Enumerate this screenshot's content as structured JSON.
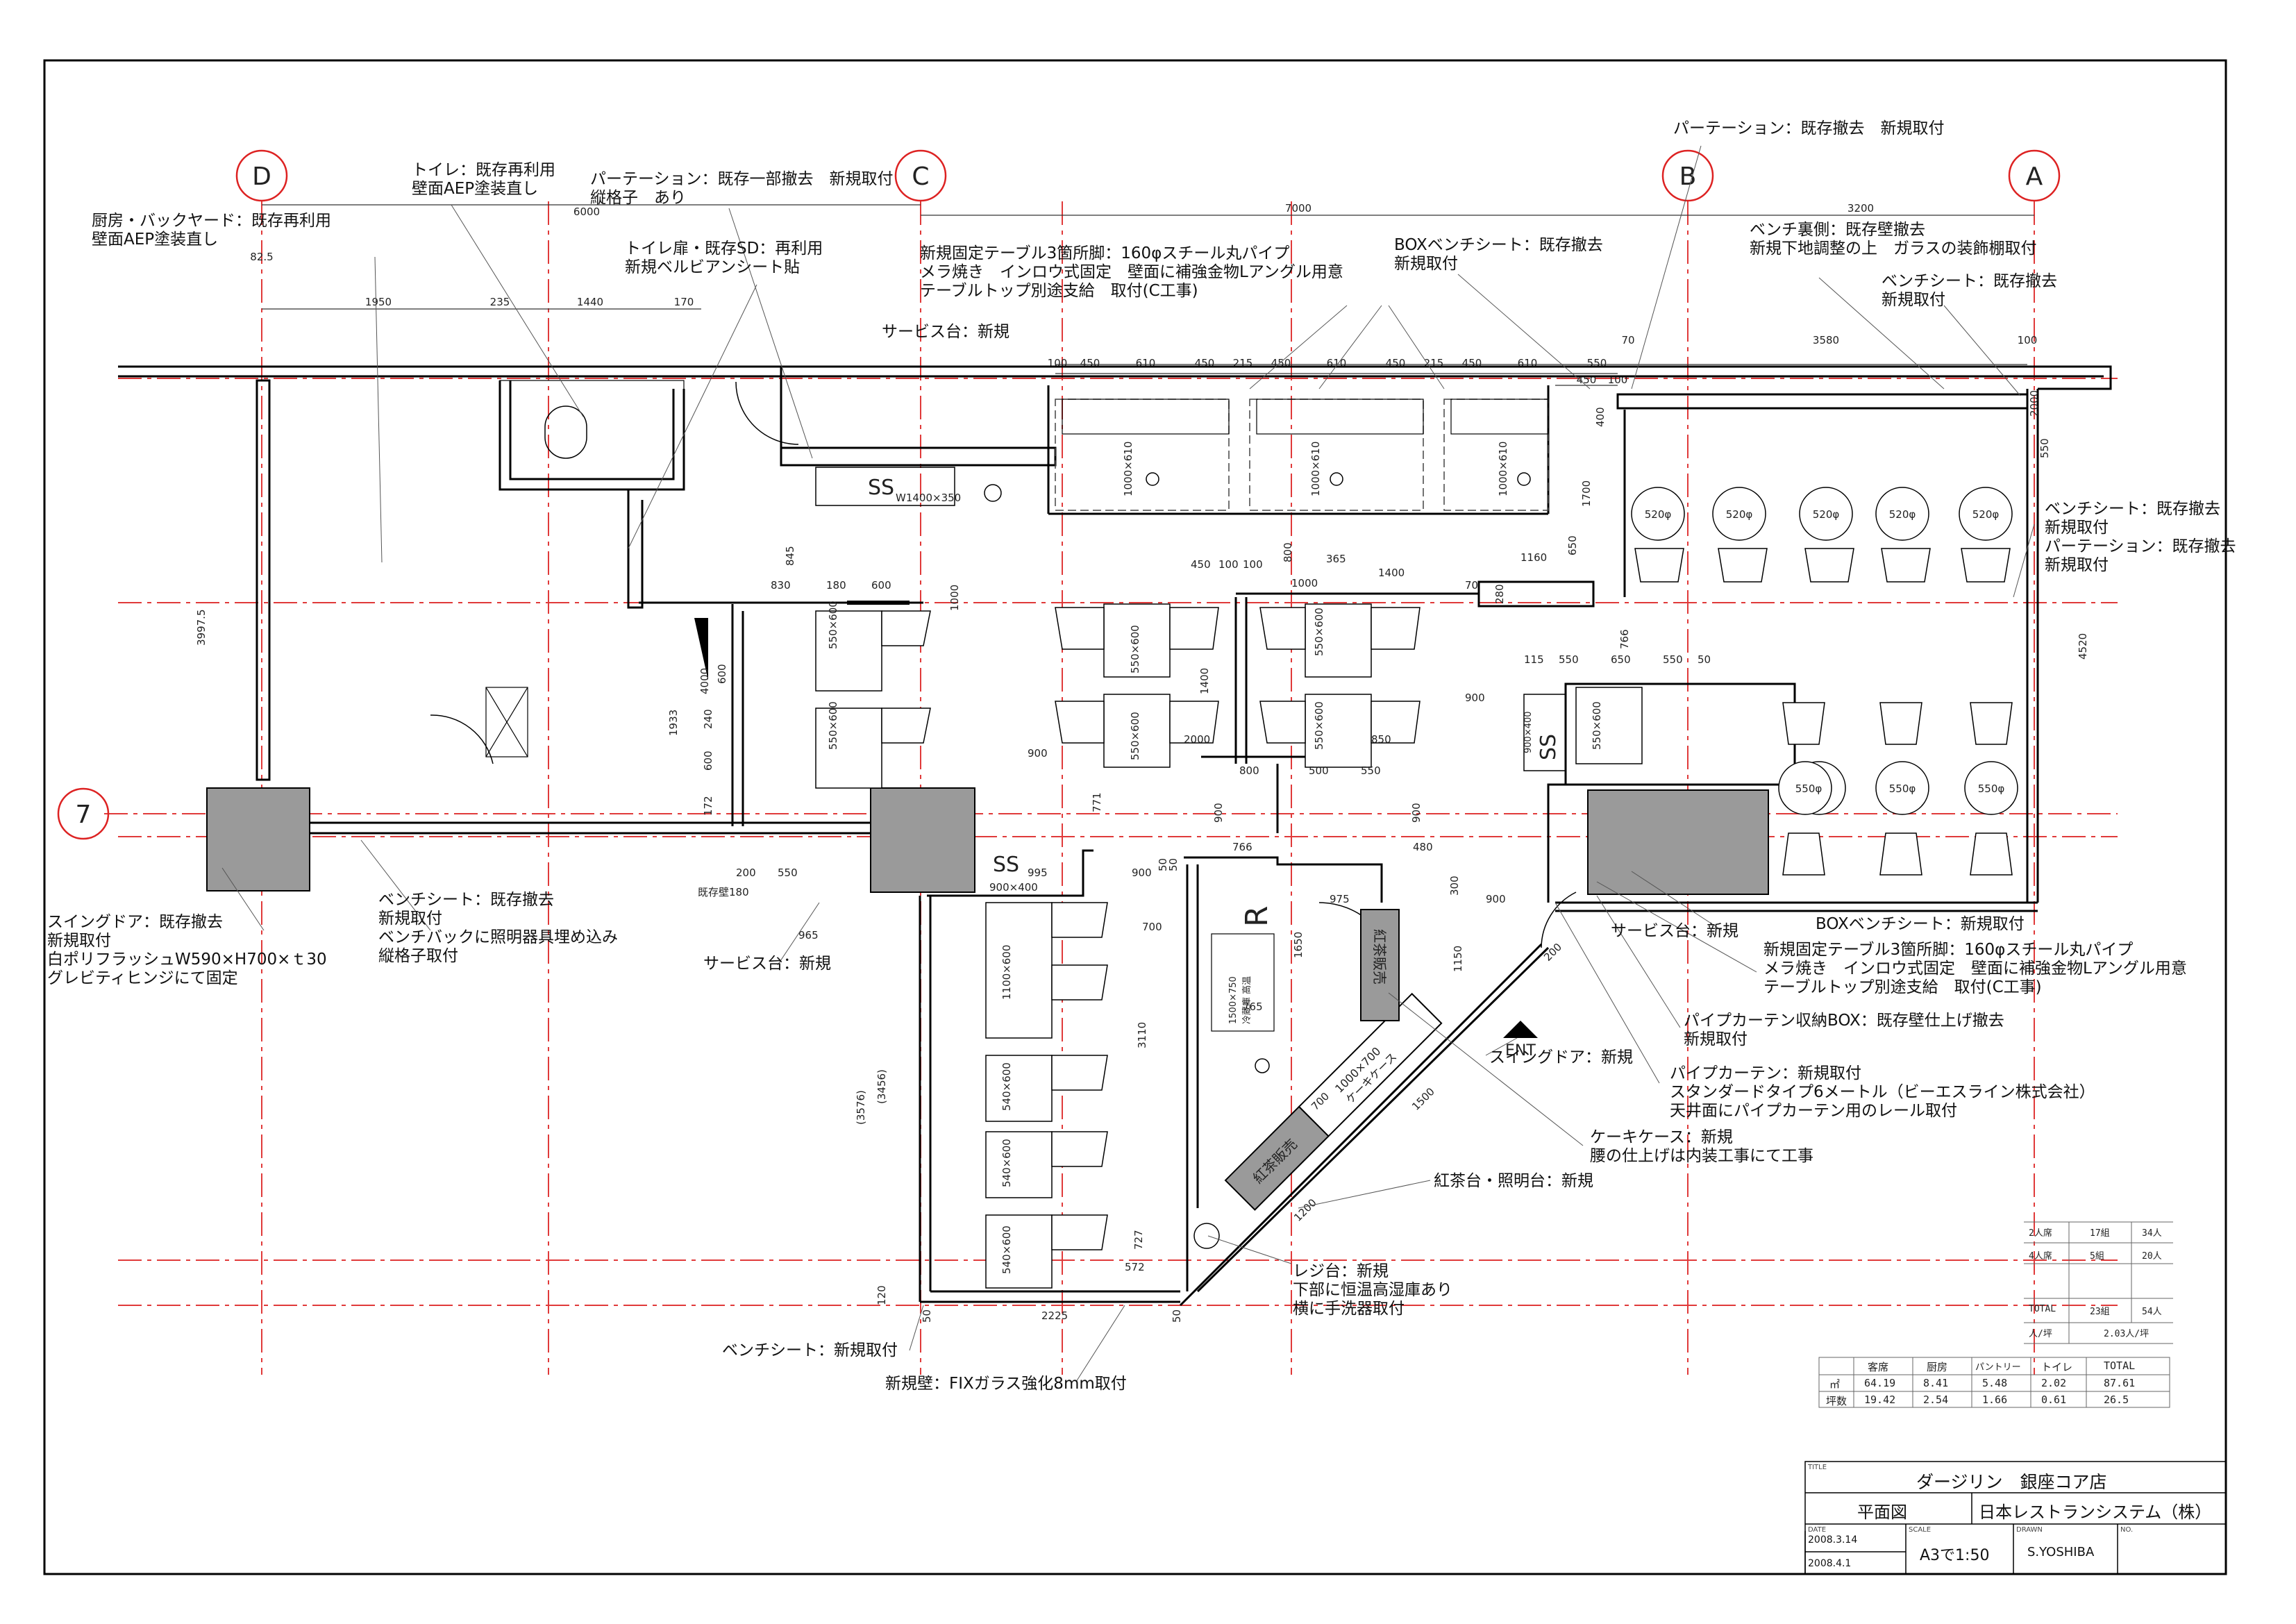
{
  "axes": {
    "d": "D",
    "c": "C",
    "b": "B",
    "a": "A",
    "seven": "7"
  },
  "dims_top": {
    "d1": "82.5",
    "d2": "1950",
    "d3": "235",
    "d4": "1440",
    "d5": "170",
    "span_dc": "6000",
    "span_cb": "7000",
    "span_ba": "3200",
    "s1": "100",
    "s2": "450",
    "s3": "610",
    "s4": "450",
    "s5": "215",
    "s6": "450",
    "s7": "610",
    "s8": "450",
    "s9": "215",
    "s10": "450",
    "s11": "610",
    "s12": "550",
    "s13": "450",
    "s14": "100",
    "s15": "70",
    "s16": "3580",
    "s17": "100"
  },
  "dims_plan": {
    "v3997": "3997.5",
    "v845": "845",
    "v830": "830",
    "v180": "180",
    "v600a": "600",
    "v1933": "1933",
    "v600b": "600",
    "v240": "240",
    "v600c": "600",
    "v172": "172",
    "v200a": "200",
    "v550a": "550",
    "v965": "965",
    "v180b": "既存壁180",
    "v450": "450",
    "v100a": "100",
    "v100b": "100",
    "v800": "800",
    "v365": "365",
    "v1400a": "1400",
    "v1000": "1000",
    "v70": "70",
    "v280": "280",
    "v1160": "1160",
    "v650": "650",
    "v1700": "1700",
    "v400": "400",
    "v1400b": "1400",
    "v2000": "2000",
    "v850": "850",
    "v500": "500",
    "v550b": "550",
    "v800b": "800",
    "v900a": "900",
    "v900b": "900",
    "v771": "771",
    "v900c": "900",
    "v900d": "900",
    "v766a": "766",
    "v480": "480",
    "v975": "975",
    "v300": "300",
    "v900e": "900",
    "v995": "995",
    "v700a": "700",
    "v3110": "3110",
    "v3576": "(3576)",
    "v3456": "(3456)",
    "v1650": "1650",
    "v765": "765",
    "v1150": "1150",
    "v1500": "1500",
    "v700b": "700",
    "v1200": "1200",
    "v727": "727",
    "v572": "572",
    "v120": "120",
    "v50a": "50",
    "v2225": "2225",
    "v50b": "50",
    "v50c": "50",
    "v4520": "4520",
    "v766b": "766",
    "v115": "115",
    "v550c": "550",
    "v650b": "650",
    "v550d": "550",
    "v50d": "50",
    "v200b": "200",
    "v2000b": "2000",
    "v550e": "550",
    "v1000b": "1000",
    "v900f": "900",
    "v50e": "50",
    "v4000": "4000"
  },
  "items": {
    "ss1": "SS",
    "ss1_size": "W1400×350",
    "ss2": "SS",
    "ss2_size": "900×400",
    "ss3": "SS",
    "ss3_size": "900×400",
    "r": "R",
    "t1": "1000×610",
    "t2": "1000×610",
    "t3": "1000×610",
    "t4": "550×600",
    "t5": "550×600",
    "t6": "550×600",
    "t7": "550×600",
    "t8": "550×600",
    "t9": "550×600",
    "t10": "550×600",
    "t11": "1100×600",
    "t12": "540×600",
    "t13": "540×600",
    "t14": "540×600",
    "r1": "520φ",
    "r2": "520φ",
    "r3": "520φ",
    "r4": "520φ",
    "r5": "520φ",
    "r6": "550φ",
    "r7": "550φ",
    "r8": "550φ",
    "showcase1": "紅茶販売",
    "showcase2": "紅茶販売",
    "showcase3": "ケーキケース",
    "showcase3_dim": "1000×700",
    "cold": "1500×750",
    "cold2": "冷蔵庫 高温",
    "ent": "ENT"
  },
  "notes": {
    "n1": "厨房・バックヤード：既存再利用\n壁面AEP塗装直し",
    "n2": "トイレ：既存再利用\n壁面AEP塗装直し",
    "n3": "パーテーション：既存一部撤去　新規取付\n縦格子　あり",
    "n4": "トイレ扉・既存SD：再利用\n新規ベルビアンシート貼",
    "n5": "新規固定テーブル3箇所脚：160φスチール丸パイプ\nメラ焼き　インロウ式固定　壁面に補強金物Lアングル用意\nテーブルトップ別途支給　取付(C工事)",
    "n6": "BOXベンチシート：既存撤去\n新規取付",
    "n7": "パーテーション：既存撤去　新規取付",
    "n8": "ベンチ裏側：既存壁撤去\n新規下地調整の上　ガラスの装飾棚取付",
    "n9": "ベンチシート：既存撤去\n新規取付",
    "n10": "サービス台：新規",
    "n11": "ベンチシート：既存撤去\n新規取付\nパーテーション：既存撤去\n新規取付",
    "n12": "スイングドア：既存撤去\n新規取付\n白ポリフラッシュW590×H700×ｔ30\nグレビティヒンジにて固定",
    "n13": "ベンチシート：既存撤去\n新規取付\nベンチバックに照明器具埋め込み\n縦格子取付",
    "n14": "サービス台：新規",
    "n15": "サービス台：新規",
    "n16": "BOXベンチシート：新規取付",
    "n17": "新規固定テーブル3箇所脚：160φスチール丸パイプ\nメラ焼き　インロウ式固定　壁面に補強金物Lアングル用意\nテーブルトップ別途支給　取付(C工事)",
    "n18": "パイプカーテン収納BOX：既存壁仕上げ撤去\n新規取付",
    "n19": "スイングドア：新規",
    "n20": "パイプカーテン：新規取付\nスタンダードタイプ6メートル（ビーエスライン株式会社）\n天井面にパイプカーテン用のレール取付",
    "n21": "ケーキケース：新規\n腰の仕上げは内装工事にて工事",
    "n22": "紅茶台・照明台：新規",
    "n23": "レジ台：新規\n下部に恒温高湿庫あり\n横に手洗器取付",
    "n24": "ベンチシート：新規取付",
    "n25": "新規壁：FIXガラス強化8mm取付"
  },
  "seats": {
    "r1c1": "2人席",
    "r1c2": "17組",
    "r1c3": "34人",
    "r2c1": "4人席",
    "r2c2": "5組",
    "r2c3": "20人",
    "r3c1": "TOTAL",
    "r3c2": "23組",
    "r3c3": "54人",
    "r4c1": "人/坪",
    "r4c2": "2.03人/坪"
  },
  "area": {
    "h1": "客席",
    "h2": "厨房",
    "h3": "パントリー",
    "h4": "トイレ",
    "h5": "TOTAL",
    "m_label": "㎡",
    "m1": "64.19",
    "m2": "8.41",
    "m3": "5.48",
    "m4": "2.02",
    "m5": "87.61",
    "t_label": "坪数",
    "t1": "19.42",
    "t2": "2.54",
    "t3": "1.66",
    "t4": "0.61",
    "t5": "26.5"
  },
  "titleblock": {
    "title_label": "TITLE",
    "project": "ダージリン　銀座コア店",
    "drawing": "平面図",
    "company": "日本レストランシステム（株）",
    "date_label": "DATE",
    "date1": "2008.3.14",
    "date2": "2008.4.1",
    "scale_label": "SCALE",
    "scale": "A3で1:50",
    "drawn_label": "DRAWN",
    "drawn": "S.YOSHIBA",
    "no_label": "NO."
  }
}
